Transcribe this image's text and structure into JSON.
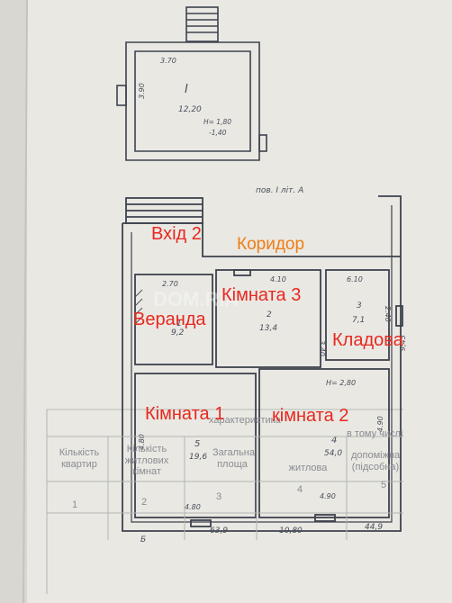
{
  "basement": {
    "room_number": "I",
    "area": "12,20",
    "dim_top": "3.70",
    "dim_left": "3.90",
    "height_note_1": "H= 1,80",
    "height_note_2": "-1,40"
  },
  "floor_title": "пов. I літ. А",
  "rooms": [
    {
      "number": "1",
      "area": "9,2",
      "dim": "2.70",
      "label": "Веранда"
    },
    {
      "number": "2",
      "area": "13,4",
      "dim": "4.10",
      "dim_side": "3.40",
      "label": "Кімната 3"
    },
    {
      "number": "3",
      "area": "7,1",
      "dim": "6.10",
      "dim_side": "2.40",
      "label": "Кладова"
    },
    {
      "number": "4",
      "area": "54,0",
      "dim": "4.90",
      "dim_side": "4.90",
      "label": "кімната 2"
    },
    {
      "number": "5",
      "area": "19,6",
      "dim": "4.80",
      "dim_side": "4.80",
      "label": "Кімната 1"
    }
  ],
  "overlay_labels": {
    "entrance": "Вхід 2",
    "corridor": "Коридор"
  },
  "plan_notes": {
    "height": "H= 2,80",
    "right_dim": "9,45",
    "bottom_dim": "10,80",
    "bottom_left": "Б",
    "bottom_mid": "63,9",
    "bottom_right": "44,9"
  },
  "table": {
    "header_partial": "характеристика",
    "header_partial_2": "в тому числі",
    "columns": [
      "Кількість квартир",
      "Кількість житлових кімнат",
      "Загальна площа",
      "житлова",
      "допоміжна (підсобна)"
    ],
    "index_row": [
      "1",
      "2",
      "3",
      "4",
      "5"
    ]
  },
  "watermark": "DOM.RIA"
}
